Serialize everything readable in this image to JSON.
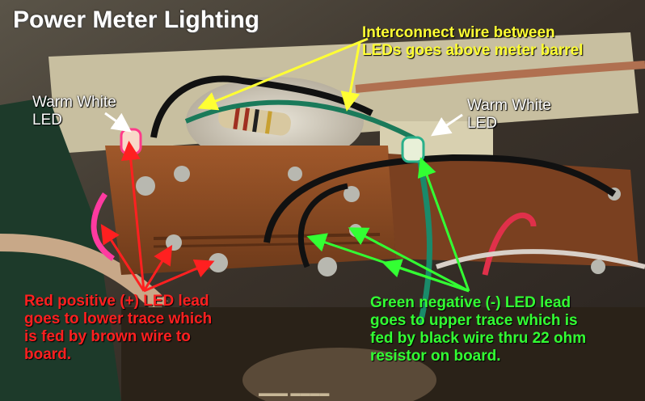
{
  "title": "Power Meter Lighting",
  "annotations": {
    "interconnect": "Interconnect wire between\nLEDs goes above meter barrel",
    "warm_white_left": "Warm White\nLED",
    "warm_white_right": "Warm White\nLED",
    "red_lead": "Red positive (+) LED lead\ngoes to lower trace which\nis fed by brown wire to\nboard.",
    "green_lead": "Green negative (-) LED lead\ngoes to upper trace which is\nfed by black wire thru 22 ohm\nresistor on board."
  },
  "colors": {
    "title_text": "#ffffff",
    "interconnect_text": "#ffff33",
    "red_text": "#ff2020",
    "green_text": "#33ff33",
    "board": "#8a4a22",
    "background": "#1a1410"
  }
}
